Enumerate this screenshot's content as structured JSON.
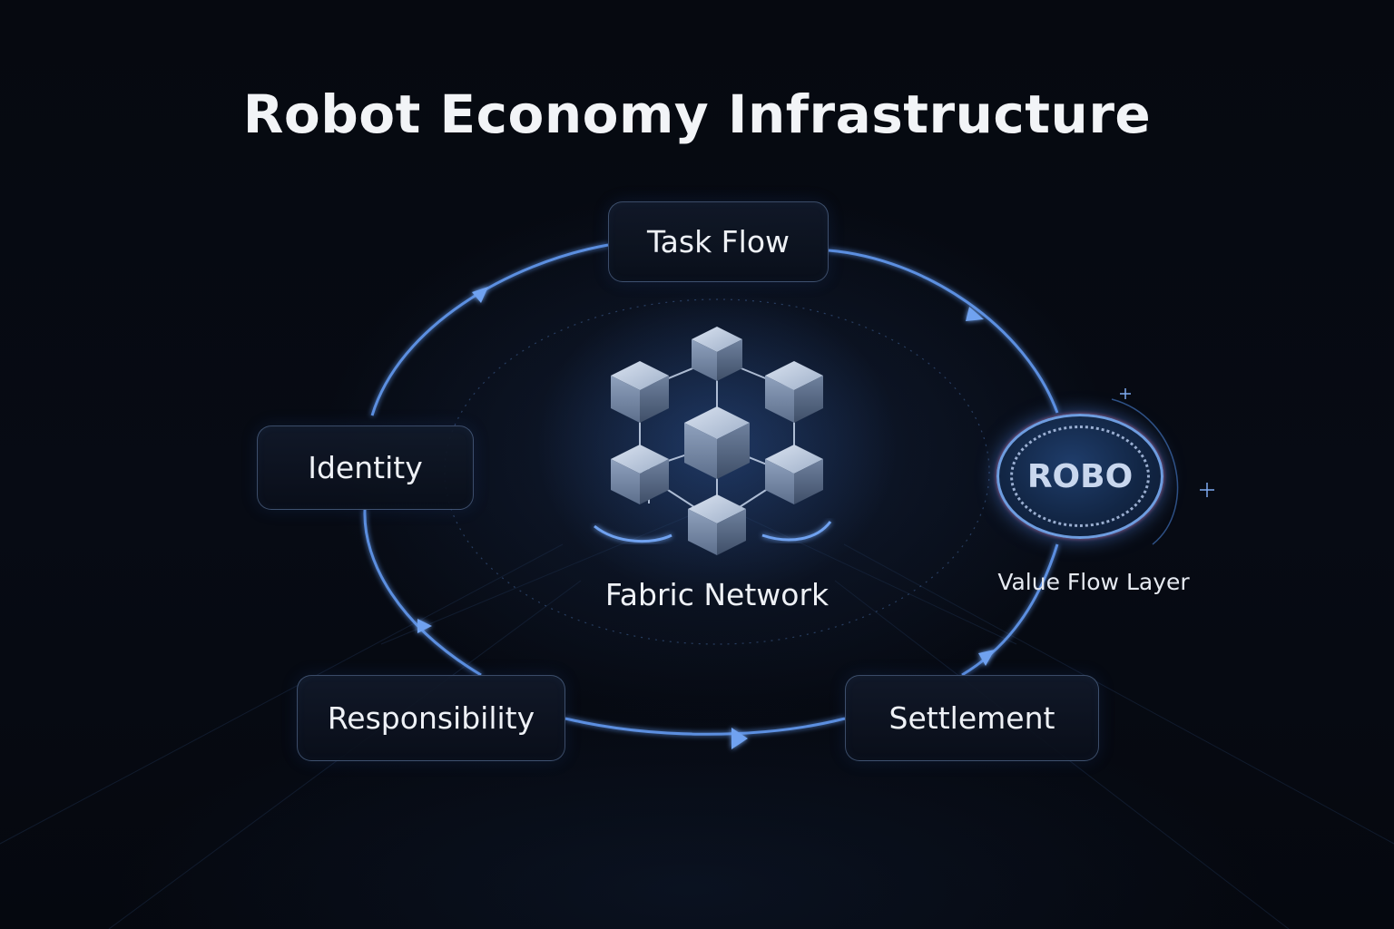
{
  "title": "Robot Economy Infrastructure",
  "nodes": {
    "task_flow": "Task Flow",
    "identity": "Identity",
    "responsibility": "Responsibility",
    "settlement": "Settlement"
  },
  "center": {
    "label": "Fabric Network",
    "icon": "cube-network-icon"
  },
  "token": {
    "symbol": "ROBO",
    "label": "Value Flow Layer",
    "icon": "coin-icon"
  },
  "colors": {
    "background": "#05080f",
    "accent_blue": "#5b8fe0",
    "text": "#eef1f6"
  }
}
